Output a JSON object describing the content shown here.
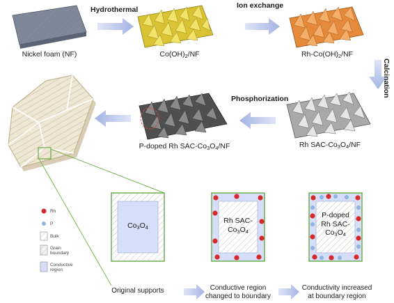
{
  "row1": {
    "nickel_foam": "Nickel foam (NF)",
    "step_hydrothermal": "Hydrothermal",
    "coOH2_pre": "Co(OH)",
    "coOH2_sub": "2",
    "coOH2_post": "/NF",
    "step_ion_exchange": "Ion exchange",
    "rh_coOH2_pre": "Rh-Co(OH)",
    "rh_coOH2_sub": "2",
    "rh_coOH2_post": "/NF"
  },
  "row2": {
    "step_calcination": "Calcination",
    "step_phosphorization": "Phosphorization",
    "rh_sac_pre": "Rh SAC-Co",
    "rh_sac_sub1": "3",
    "rh_sac_mid": "O",
    "rh_sac_sub2": "4",
    "rh_sac_post": "/NF",
    "pdoped_pre": "P-doped Rh SAC-Co",
    "pdoped_sub1": "3",
    "pdoped_mid": "O",
    "pdoped_sub2": "4",
    "pdoped_post": "/NF"
  },
  "legend": {
    "rh": "Rh",
    "p": "P",
    "bulk": "Bulk",
    "grain_1": "Grain",
    "grain_2": "boundary",
    "cond_1": "Conductive",
    "cond_2": "region"
  },
  "panels": {
    "original": {
      "inner_pre": "Co",
      "inner_sub1": "3",
      "inner_mid": "O",
      "inner_sub2": "4",
      "caption": "Original supports"
    },
    "boundary": {
      "inner_l1": "Rh SAC-",
      "inner_pre": "Co",
      "inner_sub1": "3",
      "inner_mid": "O",
      "inner_sub2": "4",
      "caption_l1": "Conductive region",
      "caption_l2": "changed to boundary"
    },
    "increased": {
      "inner_l1": "P-doped",
      "inner_l2": "Rh SAC-",
      "inner_pre": "Co",
      "inner_sub1": "3",
      "inner_mid": "O",
      "inner_sub2": "4",
      "caption_l1": "Conductivity increased",
      "caption_l2": "at boundary region"
    }
  },
  "colors": {
    "arrow": "#a9b7e4",
    "green": "#6ab04c",
    "rh_dot": "#d62a2a",
    "p_dot": "#8fb4e0",
    "conductive_fill": "#d7defa",
    "coOH2": "#e8d54a",
    "rh_coOH2": "#f0a050",
    "rh_sac": "#c8c8c8",
    "pdoped": "#6e6e6e",
    "foam": "#8892a4",
    "grain": "#ece3cf"
  }
}
